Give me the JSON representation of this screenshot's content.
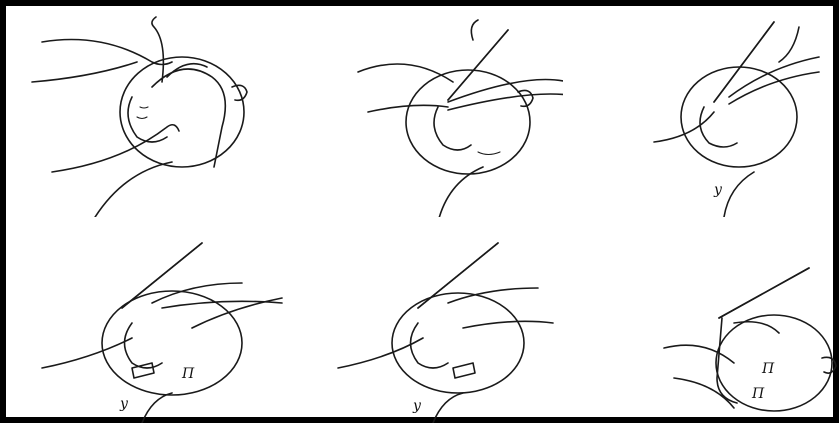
{
  "panels": [
    {
      "id": 1,
      "labels": []
    },
    {
      "id": 2,
      "labels": []
    },
    {
      "id": 3,
      "labels": [
        "y"
      ]
    },
    {
      "id": 4,
      "labels": [
        "y",
        "Π"
      ]
    },
    {
      "id": 5,
      "labels": [
        "y"
      ]
    },
    {
      "id": 6,
      "labels": [
        "Π",
        "Π"
      ]
    }
  ],
  "colors": {
    "frame": "#000000",
    "line": "#1a1a1a",
    "background": "#ffffff"
  }
}
